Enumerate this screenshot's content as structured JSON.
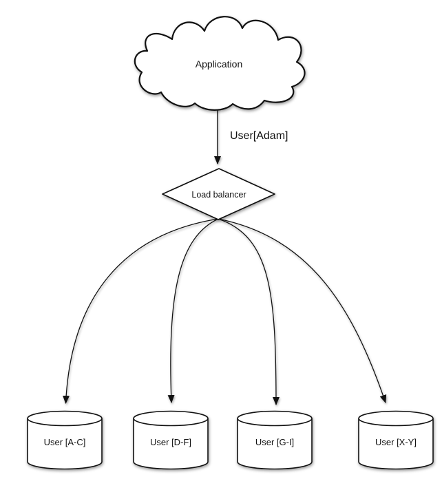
{
  "diagram": {
    "cloud": {
      "label": "Application"
    },
    "request_edge": {
      "label": "User[Adam]"
    },
    "load_balancer": {
      "label": "Load balancer"
    },
    "shards": [
      {
        "label": "User [A-C]"
      },
      {
        "label": "User [D-F]"
      },
      {
        "label": "User [G-I]"
      },
      {
        "label": "User [X-Y]"
      }
    ],
    "colors": {
      "stroke": "#111111",
      "fill": "#ffffff",
      "text": "#111111",
      "background": "#ffffff"
    }
  }
}
